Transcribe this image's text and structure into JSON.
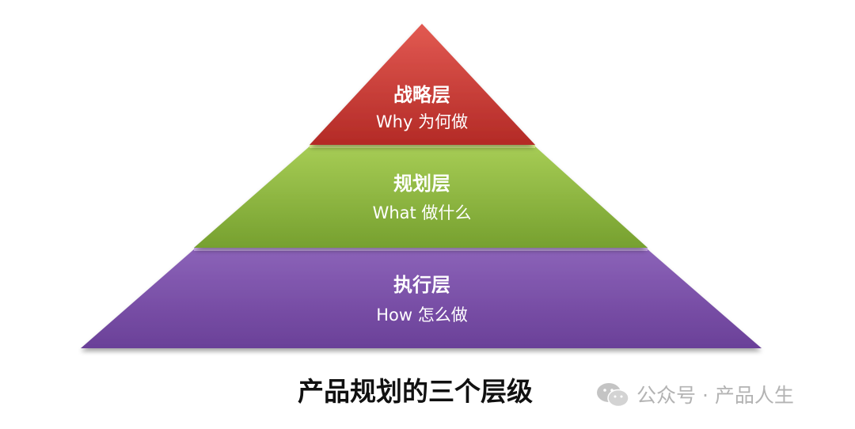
{
  "layers": [
    {
      "title": "战略层",
      "subtitle": "Why 为何做",
      "color": "#c83a34"
    },
    {
      "title": "规划层",
      "subtitle": "What 做什么",
      "color": "#8fb83f"
    },
    {
      "title": "执行层",
      "subtitle": "How 怎么做",
      "color": "#7a4fa6"
    }
  ],
  "caption": "产品规划的三个层级",
  "watermark": {
    "text": "公众号 · 产品人生",
    "icon": "wechat-icon"
  }
}
